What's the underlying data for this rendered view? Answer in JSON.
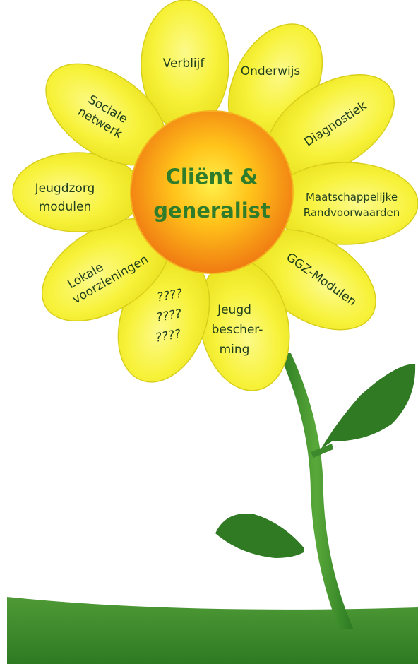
{
  "center": {
    "line1": "Cliënt &",
    "line2": "generalist"
  },
  "petals": {
    "verblijf": "Verblijf",
    "onderwijs": "Onderwijs",
    "sociale_line1": "Sociale",
    "sociale_line2": "netwerk",
    "diagnostiek": "Diagnostiek",
    "jeugdzorg_line1": "Jeugdzorg",
    "jeugdzorg_line2": "modulen",
    "maatschappelijke_line1": "Maatschappelijke",
    "maatschappelijke_line2": "Randvoorwaarden",
    "lokale_line1": "Lokale",
    "lokale_line2": "voorzieningen",
    "ggz": "GGZ-Modulen",
    "unknown_line1": "????",
    "unknown_line2": "????",
    "unknown_line3": "????",
    "jeugd_line1": "Jeugd",
    "jeugd_line2": "bescher-",
    "jeugd_line3": "ming"
  },
  "colors": {
    "petal_fill": "#f7f23a",
    "petal_edge": "#d8cf1a",
    "center_inner": "#ffd21e",
    "center_outer": "#f08a14",
    "stem": "#3c8a2c",
    "leaf": "#2f7a22",
    "ground": "#3d8a2e",
    "text_petal": "#1f3f1c",
    "text_center": "#2f7d2a"
  }
}
